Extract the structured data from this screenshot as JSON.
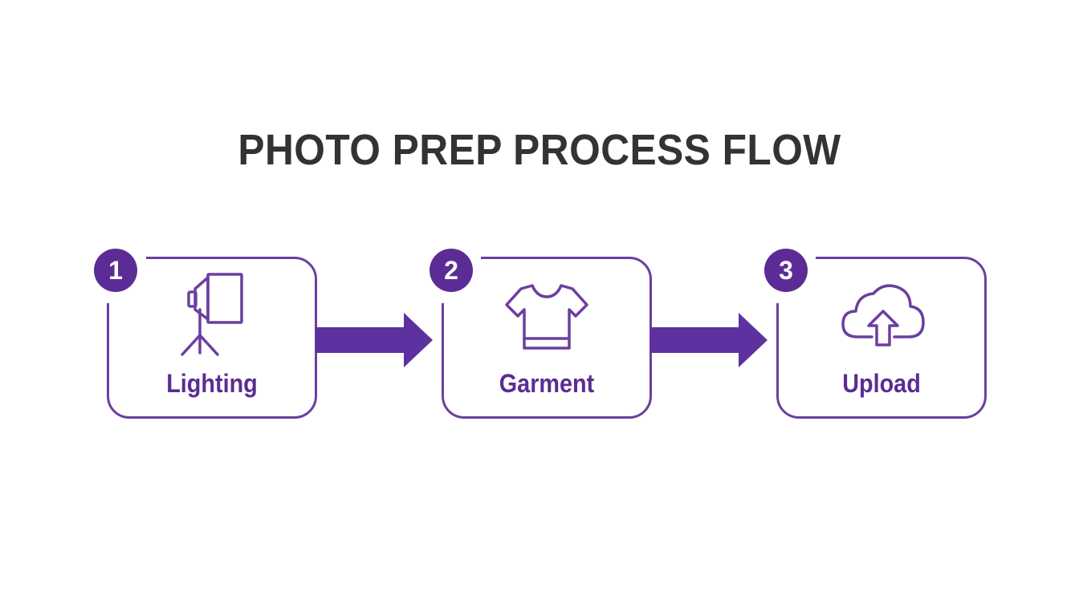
{
  "title": "PHOTO PREP PROCESS FLOW",
  "colors": {
    "accent": "#5b2c95",
    "border": "#6b3fa0",
    "arrow": "#5e31a0",
    "title": "#333333",
    "background": "#ffffff"
  },
  "steps": [
    {
      "number": "1",
      "label": "Lighting",
      "icon": "softbox-light-icon"
    },
    {
      "number": "2",
      "label": "Garment",
      "icon": "tshirt-icon"
    },
    {
      "number": "3",
      "label": "Upload",
      "icon": "cloud-upload-icon"
    }
  ],
  "arrows": [
    {
      "from": "1",
      "to": "2",
      "icon": "right-arrow-icon"
    },
    {
      "from": "2",
      "to": "3",
      "icon": "right-arrow-icon"
    }
  ]
}
